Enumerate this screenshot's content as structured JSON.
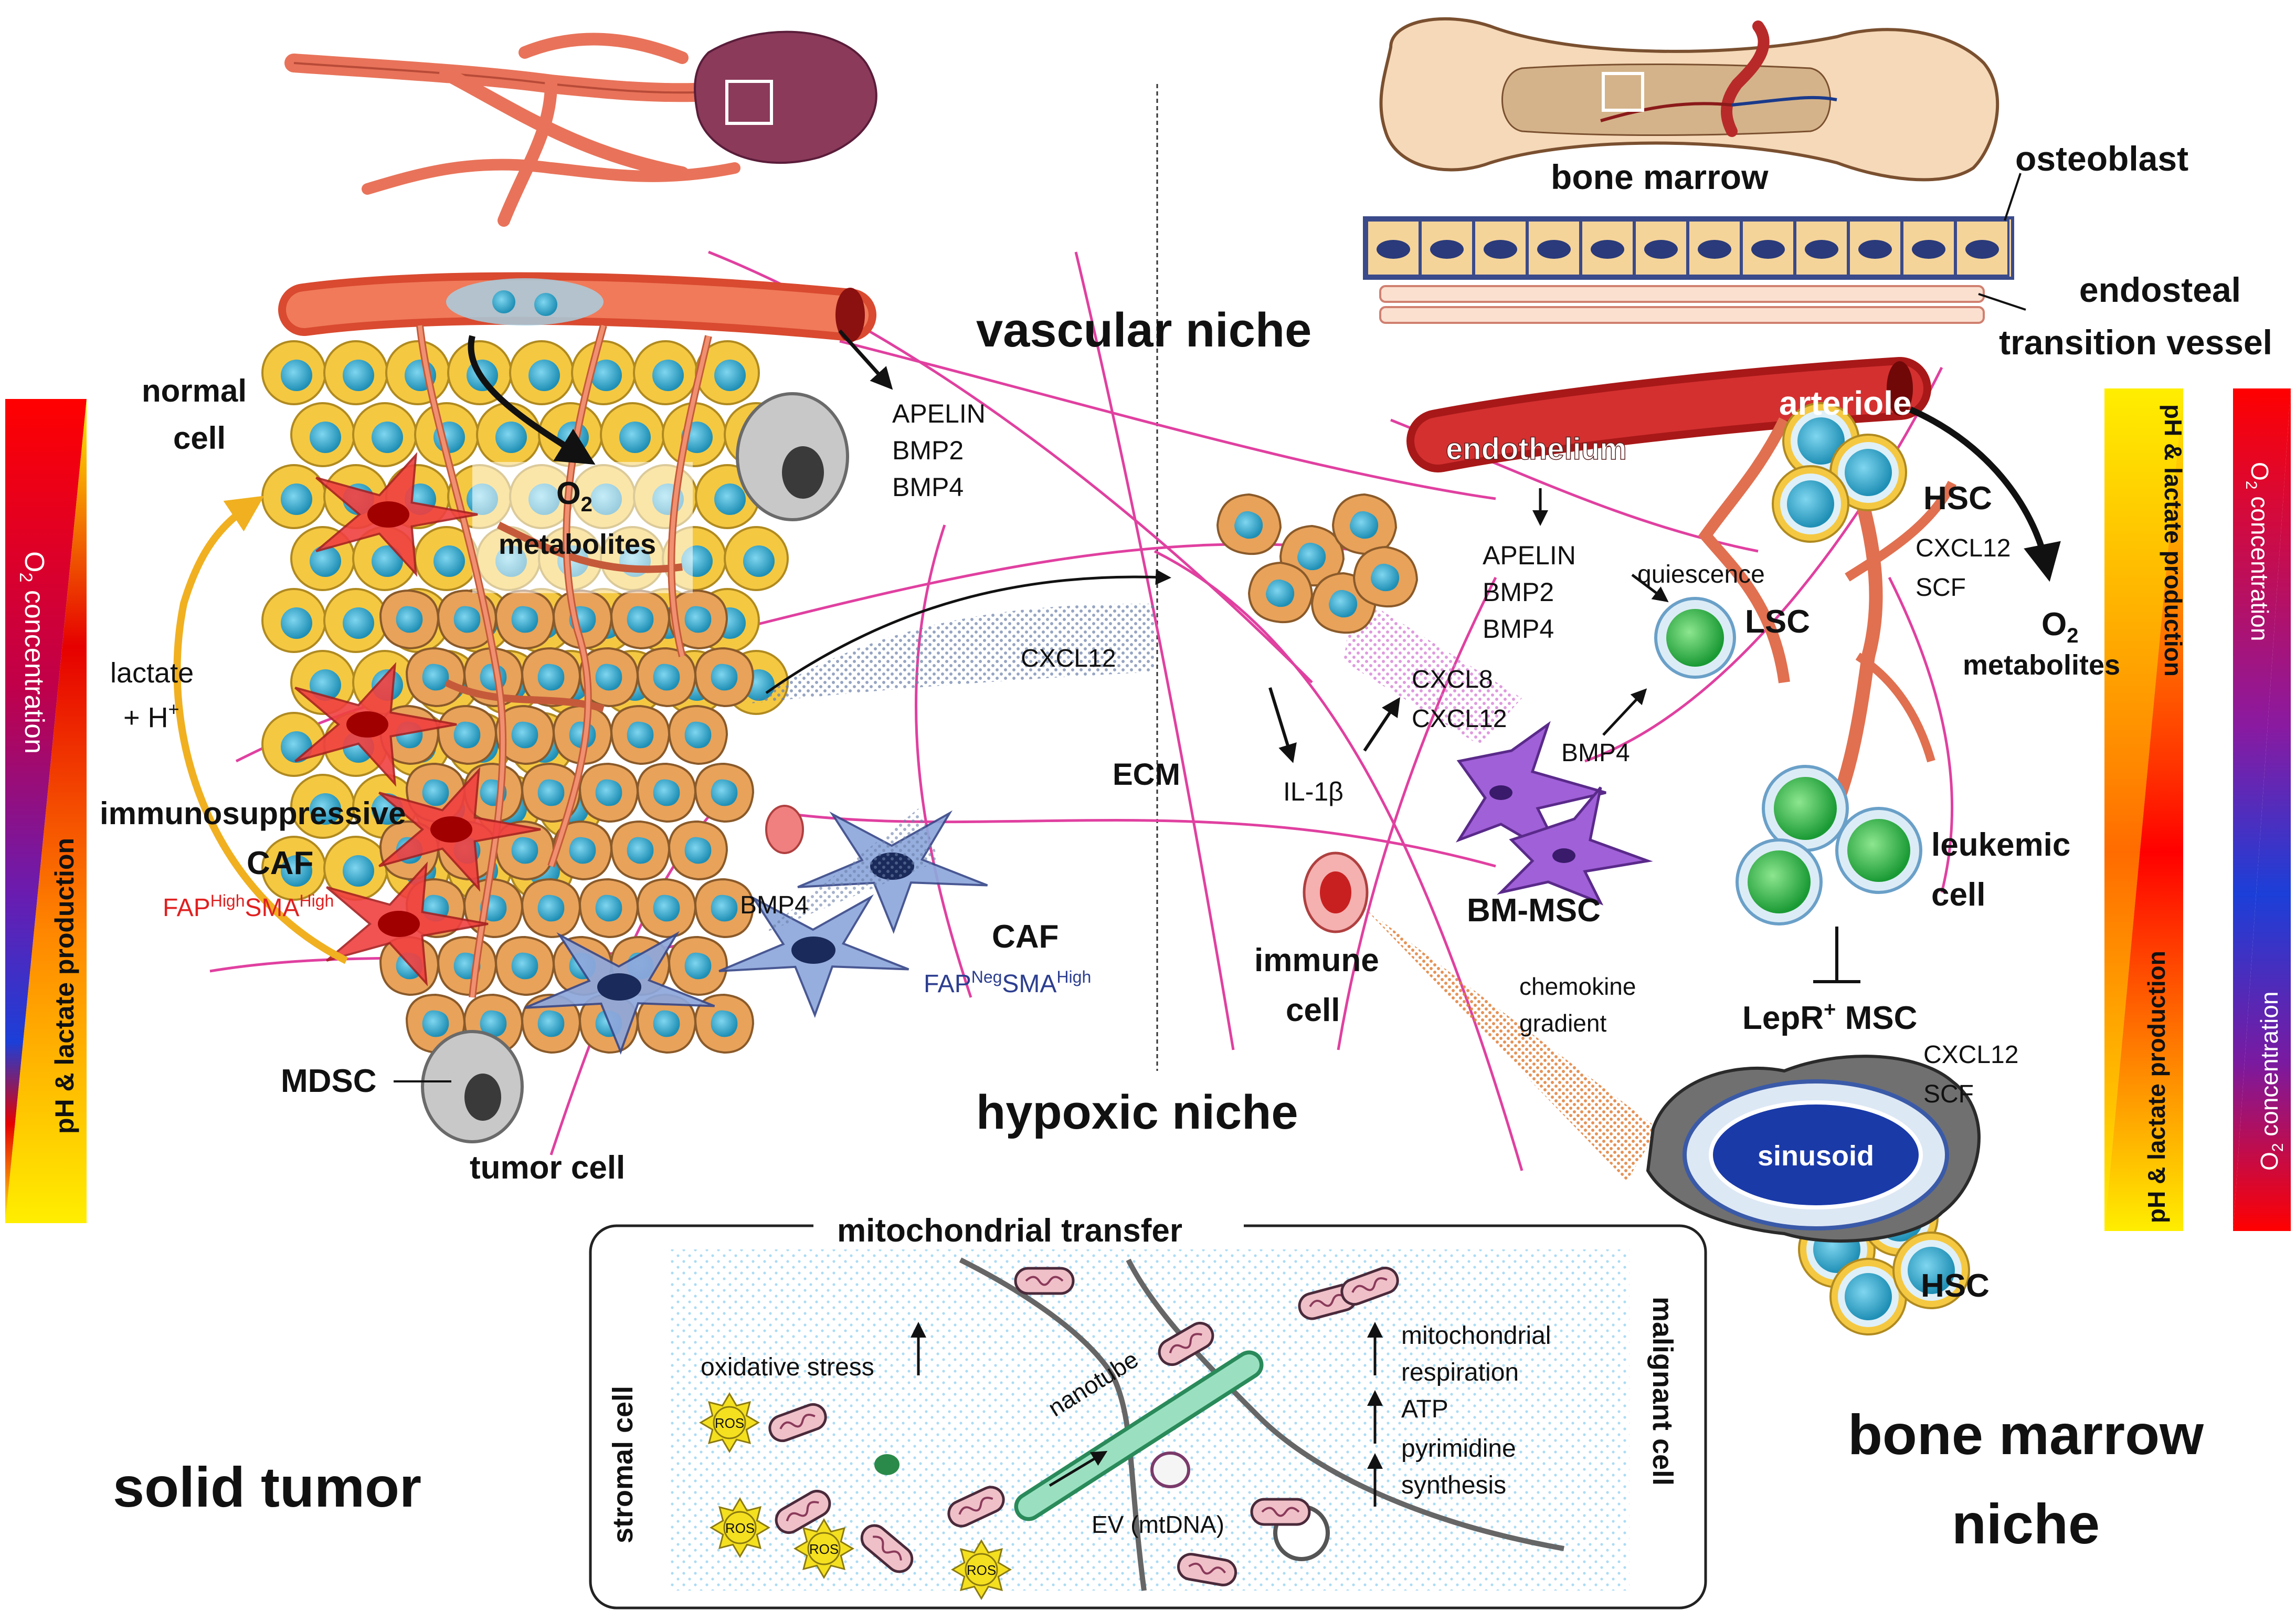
{
  "labels": {
    "vascular_niche": "vascular niche",
    "hypoxic_niche": "hypoxic niche",
    "solid_tumor": "solid tumor",
    "bone_marrow_niche_line1": "bone marrow",
    "bone_marrow_niche_line2": "niche",
    "bone_marrow": "bone marrow",
    "osteoblast": "osteoblast",
    "endosteal_line1": "endosteal",
    "endosteal_line2": "transition vessel",
    "arteriole": "arteriole",
    "endothelium": "endothelium",
    "normal_line1": "normal",
    "normal_line2": "cell",
    "o2": "O",
    "o2_sub": "2",
    "metabolites": "metabolites",
    "lactate_line1": "lactate",
    "lactate_line2": "+ H",
    "lactate_sup": "+",
    "immunosuppressive": "immunosuppressive",
    "caf": "CAF",
    "fap_high": "FAP",
    "fap_high_sup": "High",
    "sma_high": "SMA",
    "sma_high_sup": "High",
    "fap_neg": "FAP",
    "fap_neg_sup": "Neg",
    "sma_high2": "SMA",
    "sma_high2_sup": "High",
    "mdsc": "MDSC",
    "tumor_cell": "tumor cell",
    "apelin": "APELIN",
    "bmp2": "BMP2",
    "bmp4": "BMP4",
    "cxcl12": "CXCL12",
    "ecm": "ECM",
    "il1b": "IL-1β",
    "cxcl8": "CXCL8",
    "bm_msc": "BM-MSC",
    "immune_line1": "immune",
    "immune_line2": "cell",
    "quiescence": "quiescence",
    "lsc": "LSC",
    "hsc": "HSC",
    "scf": "SCF",
    "leukemic_line1": "leukemic",
    "leukemic_line2": "cell",
    "lepr_msc_a": "LepR",
    "lepr_msc_sup": "+",
    "lepr_msc_b": " MSC",
    "chemokine_line1": "chemokine",
    "chemokine_line2": "gradient",
    "sinusoid": "sinusoid",
    "mito_transfer": "mitochondrial transfer",
    "stromal_cell": "stromal cell",
    "malignant_cell": "malignant cell",
    "oxidative_stress": "oxidative stress",
    "nanotube": "nanotube",
    "ev_mtdna": "EV (mtDNA)",
    "mito_resp_line1": "mitochondrial",
    "mito_resp_line2": "respiration",
    "atp": "ATP",
    "pyrimidine_line1": "pyrimidine",
    "pyrimidine_line2": "synthesis",
    "ros": "ROS"
  },
  "gradients": {
    "o2_concentration": "O",
    "o2_concentration_sub": "2",
    "o2_concentration_rest": " concentration",
    "ph_lactate": "pH & lactate production"
  },
  "colors": {
    "vessel": "#e8735a",
    "vessel_dark": "#c0392b",
    "normal_cell": "#f5c842",
    "tumor_cell": "#e8a25a",
    "nucleus": "#2aa5c8",
    "caf_red": "#f04040",
    "caf_blue": "#8ea8dc",
    "msc_purple": "#9b5bd0",
    "lsc_green": "#2fb54a",
    "fiber": "#e040a0",
    "text_red": "#e02020",
    "text_blue": "#2c3e8f"
  }
}
